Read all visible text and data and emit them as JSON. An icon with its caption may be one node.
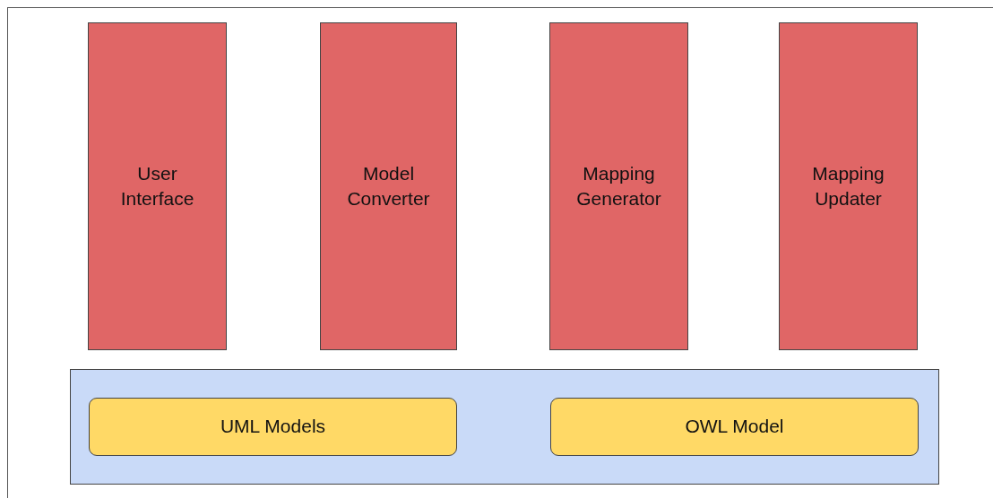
{
  "diagram": {
    "nodes": [
      {
        "text": [
          "User Interface"
        ]
      },
      {
        "text": [
          "Model Converter"
        ]
      },
      {
        "text": [
          "Mapping Generator"
        ]
      },
      {
        "text": [
          "Mapping Updater"
        ]
      },
      {
        "text": [],
        "shape": "box"
      },
      {
        "text": [
          "UML Models"
        ],
        "in": 4
      },
      {
        "text": [
          "OWL Model"
        ],
        "in": 4
      }
    ]
  }
}
